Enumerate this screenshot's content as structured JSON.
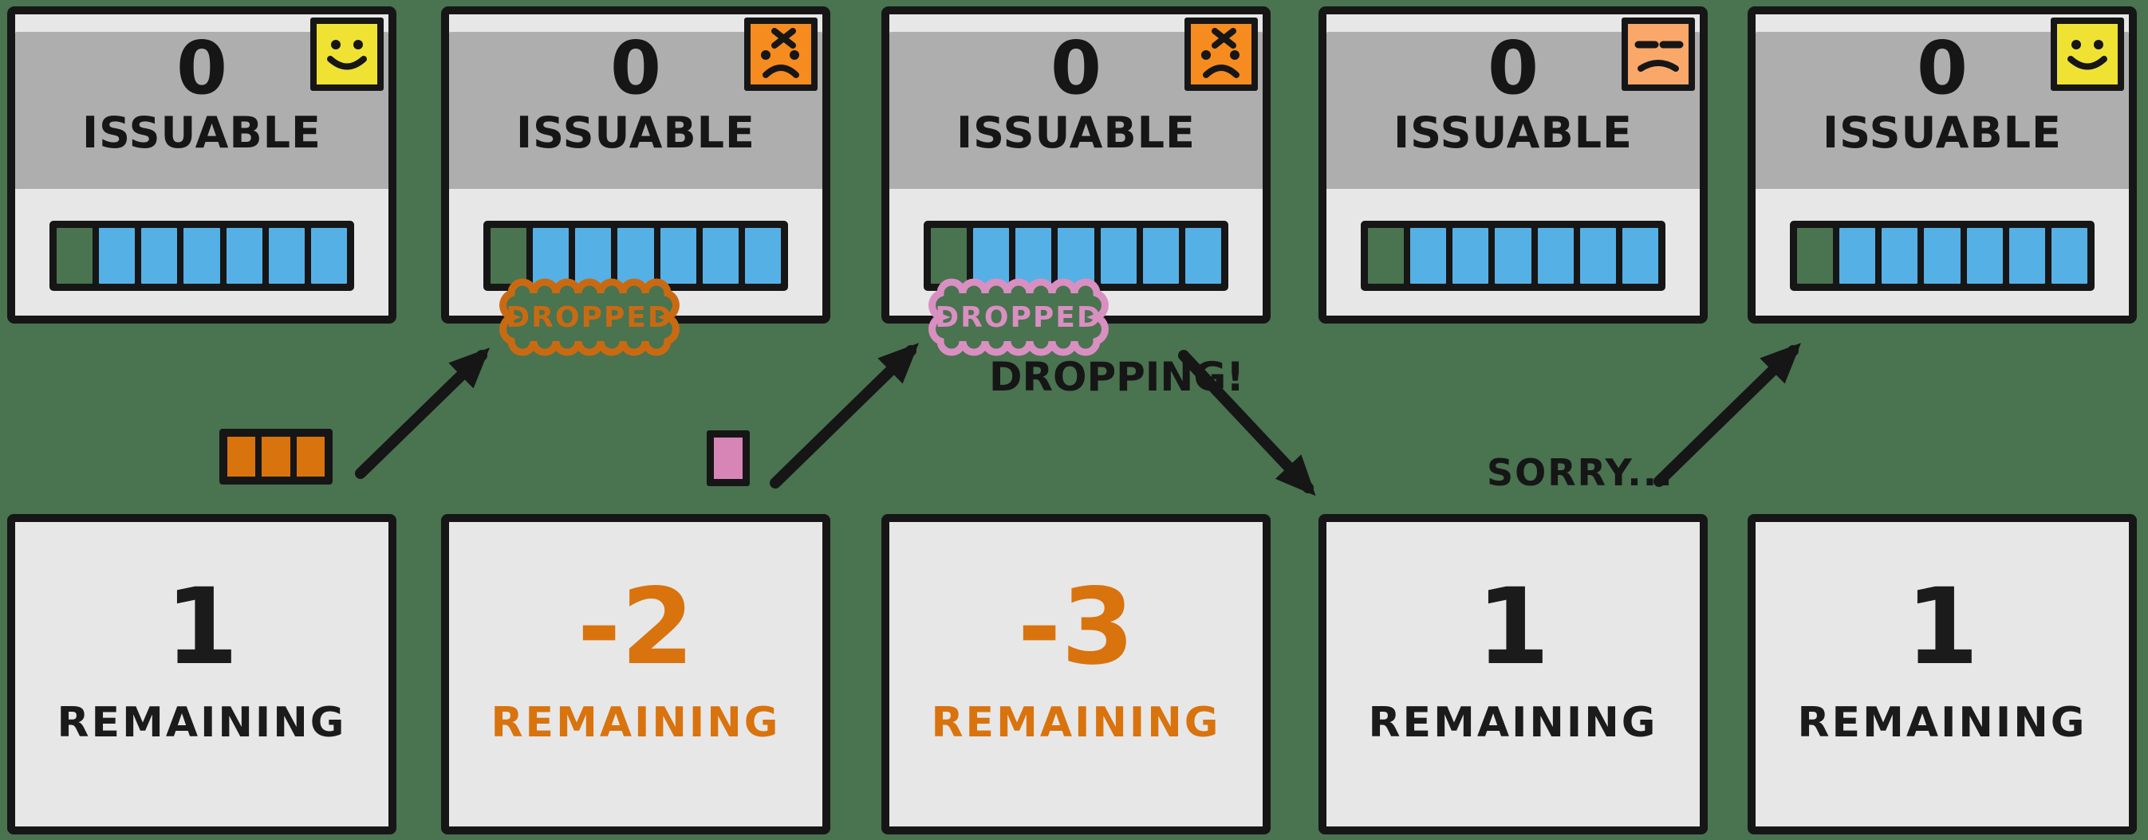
{
  "colors": {
    "background": "#4a7350",
    "card_header": "#aeaeae",
    "card_body": "#e7e7e7",
    "ink": "#161616",
    "slot_blue": "#55b0e6"
  },
  "panels": [
    {
      "issuable_value": "0",
      "issuable_label": "ISSUABLE",
      "mood": "happy",
      "sticky_color": "#f0e233",
      "slots_total": 7,
      "slots_filled": 6,
      "remaining_value": "1",
      "remaining_label": "REMAINING",
      "remaining_ink": "#1b1b1b"
    },
    {
      "issuable_value": "0",
      "issuable_label": "ISSUABLE",
      "mood": "angry",
      "sticky_color": "#f68b1f",
      "slots_total": 7,
      "slots_filled": 6,
      "badge": {
        "text": "DROPPED",
        "ink": "#c96a12"
      },
      "remaining_value": "-2",
      "remaining_label": "REMAINING",
      "remaining_ink": "#d9730d"
    },
    {
      "issuable_value": "0",
      "issuable_label": "ISSUABLE",
      "mood": "angry",
      "sticky_color": "#f68b1f",
      "slots_total": 7,
      "slots_filled": 6,
      "badge": {
        "text": "DROPPED",
        "ink": "#d98fc1"
      },
      "remaining_value": "-3",
      "remaining_label": "REMAINING",
      "remaining_ink": "#d9730d"
    },
    {
      "issuable_value": "0",
      "issuable_label": "ISSUABLE",
      "mood": "meh",
      "sticky_color": "#f9a869",
      "slots_total": 7,
      "slots_filled": 6,
      "remaining_value": "1",
      "remaining_label": "REMAINING",
      "remaining_ink": "#1b1b1b"
    },
    {
      "issuable_value": "0",
      "issuable_label": "ISSUABLE",
      "mood": "happy",
      "sticky_color": "#f0e233",
      "slots_total": 7,
      "slots_filled": 6,
      "remaining_value": "1",
      "remaining_label": "REMAINING",
      "remaining_ink": "#1b1b1b"
    }
  ],
  "annotations": {
    "dropping": "DROPPING!",
    "sorry": "SORRY..."
  },
  "tokens": {
    "orange_count": 3,
    "orange_color": "#d9730d",
    "pink_count": 1,
    "pink_color": "#d784b6"
  }
}
